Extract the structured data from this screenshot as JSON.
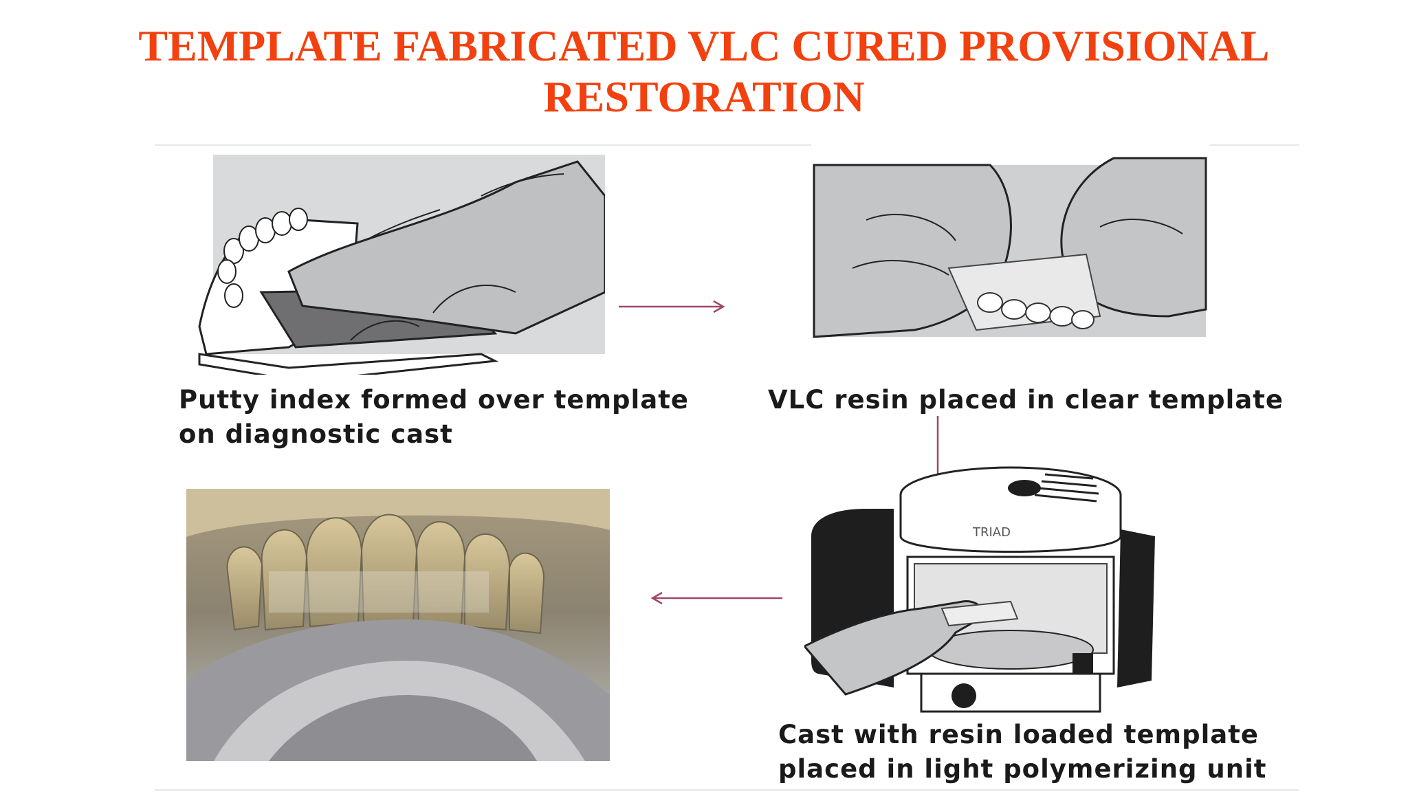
{
  "slide": {
    "title_line1": "TEMPLATE FABRICATED VLC CURED PROVISIONAL",
    "title_line2": "RESTORATION",
    "title_color": "#f2410f",
    "arrow_color": "#a0466a"
  },
  "steps": [
    {
      "caption_line1": "Putty index formed over template",
      "caption_line2": "on diagnostic cast"
    },
    {
      "caption_line1": "VLC resin placed in clear template",
      "caption_line2": ""
    },
    {
      "caption_line1": "Cast with resin loaded template",
      "caption_line2": "placed in light polymerizing unit",
      "unit_brand": "TRIAD"
    },
    {
      "caption_line1": "",
      "caption_line2": ""
    }
  ],
  "icons": [
    "hand-icon",
    "arrow-right-icon",
    "arrow-down-icon",
    "arrow-left-icon"
  ]
}
